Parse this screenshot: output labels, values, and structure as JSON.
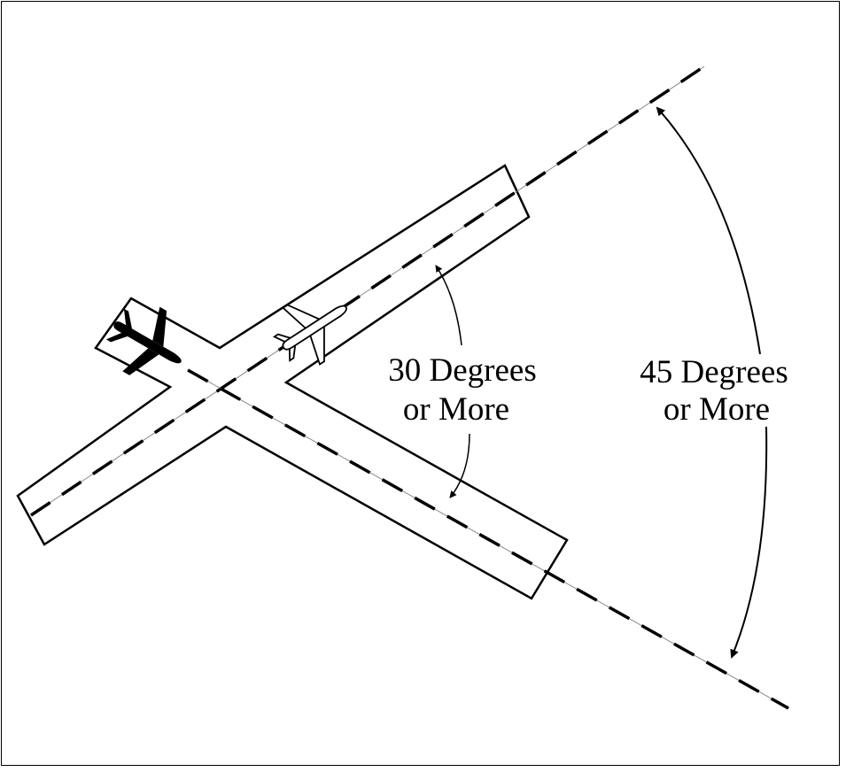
{
  "labels": {
    "thirty": {
      "line1": "30  Degrees",
      "line2": "or  More"
    },
    "fortyfive": {
      "line1": "45  Degrees",
      "line2": "or  More"
    }
  },
  "angles_deg": {
    "runway_intersection_min": 30,
    "approach_divergence_min": 45
  },
  "colors": {
    "ink": "#000000",
    "centerline_thin": "#888888"
  }
}
